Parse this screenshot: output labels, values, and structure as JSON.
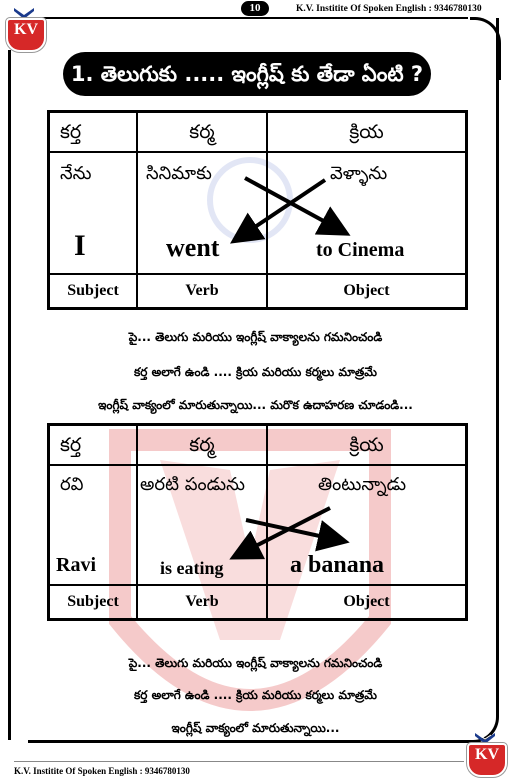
{
  "header": {
    "page_number": "10",
    "institute": "K.V. Institite Of Spoken English : 9346780130"
  },
  "footer": {
    "institute": "K.V. Institite Of Spoken English : 9346780130"
  },
  "logo": {
    "text": "KV"
  },
  "title": "1. తెలుగుకు ..... ఇంగ్లీష్ కు తేడా ఏంటి ?",
  "table1": {
    "headers": [
      "కర్త",
      "కర్మ",
      "క్రియ"
    ],
    "telugu": [
      "నేను",
      "సినిమాకు",
      "వెళ్ళాను"
    ],
    "english": [
      "I",
      "went",
      "to Cinema"
    ],
    "labels": [
      "Subject",
      "Verb",
      "Object"
    ]
  },
  "notes1": [
    "పై... తెలుగు మరియు ఇంగ్లీష్ వాక్యాలను గమనించండి",
    "కర్త అలాగే ఉండి .... క్రియ మరియు కర్మలు మాత్రమే",
    "ఇంగ్లీష్ వాక్యంలో మారుతున్నాయి... మరొక ఉదాహరణ చూడండి..."
  ],
  "table2": {
    "headers": [
      "కర్త",
      "కర్మ",
      "క్రియ"
    ],
    "telugu": [
      "రవి",
      "అరటి పండును",
      "తింటున్నాడు"
    ],
    "english": [
      "Ravi",
      "is eating",
      "a banana"
    ],
    "labels": [
      "Subject",
      "Verb",
      "Object"
    ]
  },
  "notes2": [
    "పై... తెలుగు మరియు ఇంగ్లీష్ వాక్యాలను గమనించండి",
    "కర్త అలాగే ఉండి .... క్రియ మరియు కర్మలు మాత్రమే",
    "ఇంగ్లీష్ వాక్యంలో మారుతున్నాయి..."
  ],
  "colors": {
    "brand_red": "#d62828",
    "watermark": "#f2b8b8"
  }
}
